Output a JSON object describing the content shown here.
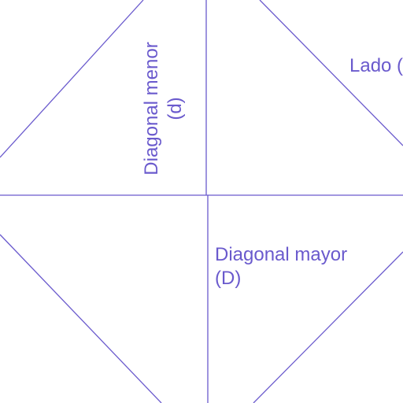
{
  "diagram": {
    "labels": {
      "minor_diagonal": [
        "Diagonal menor",
        "(d)"
      ],
      "major_diagonal": [
        "Diagonal mayor",
        "(D)"
      ],
      "side": "Lado ("
    },
    "colors": {
      "stroke": "#6a5acd",
      "text": "#6a5acd",
      "background": "#ffffff"
    }
  }
}
